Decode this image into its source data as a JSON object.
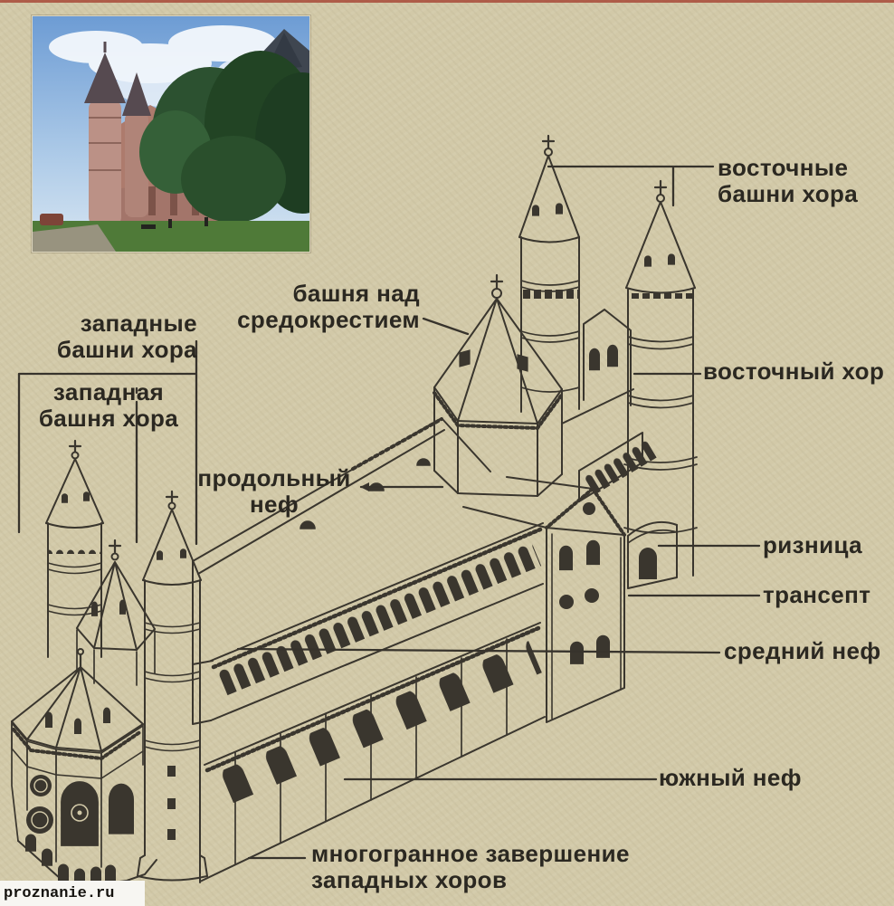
{
  "page": {
    "paper_color": "#d2c9a8",
    "ink_color": "#3a362e",
    "top_edge_color": "#a84a38"
  },
  "photo": {
    "description": "Worms Cathedral photograph",
    "sky_color": "#79a5d8",
    "stone_color": "#b08076",
    "roof_color": "#5b6470",
    "tree_color": "#2c5130",
    "lawn_color": "#4f7a38"
  },
  "watermark": {
    "text": "proznanie.ru"
  },
  "diagram": {
    "subject": "Scheme of Worms Cathedral",
    "labels": [
      {
        "id": "eastern-choir-towers",
        "lines": [
          "восточные",
          "башни хора"
        ]
      },
      {
        "id": "crossing-tower",
        "lines": [
          "башня над",
          "средокрестием"
        ]
      },
      {
        "id": "western-choir-towers",
        "lines": [
          "западные",
          "башни хора"
        ]
      },
      {
        "id": "western-choir-tower",
        "lines": [
          "западная",
          "башня хора"
        ]
      },
      {
        "id": "longitudinal-nave",
        "lines": [
          "продольный",
          "неф"
        ]
      },
      {
        "id": "eastern-choir",
        "lines": [
          "восточный хор"
        ]
      },
      {
        "id": "sacristy",
        "lines": [
          "ризница"
        ]
      },
      {
        "id": "transept",
        "lines": [
          "трансепт"
        ]
      },
      {
        "id": "middle-nave",
        "lines": [
          "средний неф"
        ]
      },
      {
        "id": "southern-nave",
        "lines": [
          "южный неф"
        ]
      },
      {
        "id": "polygonal-west-choir",
        "lines": [
          "многогранное завершение",
          "западных хоров"
        ]
      }
    ]
  }
}
